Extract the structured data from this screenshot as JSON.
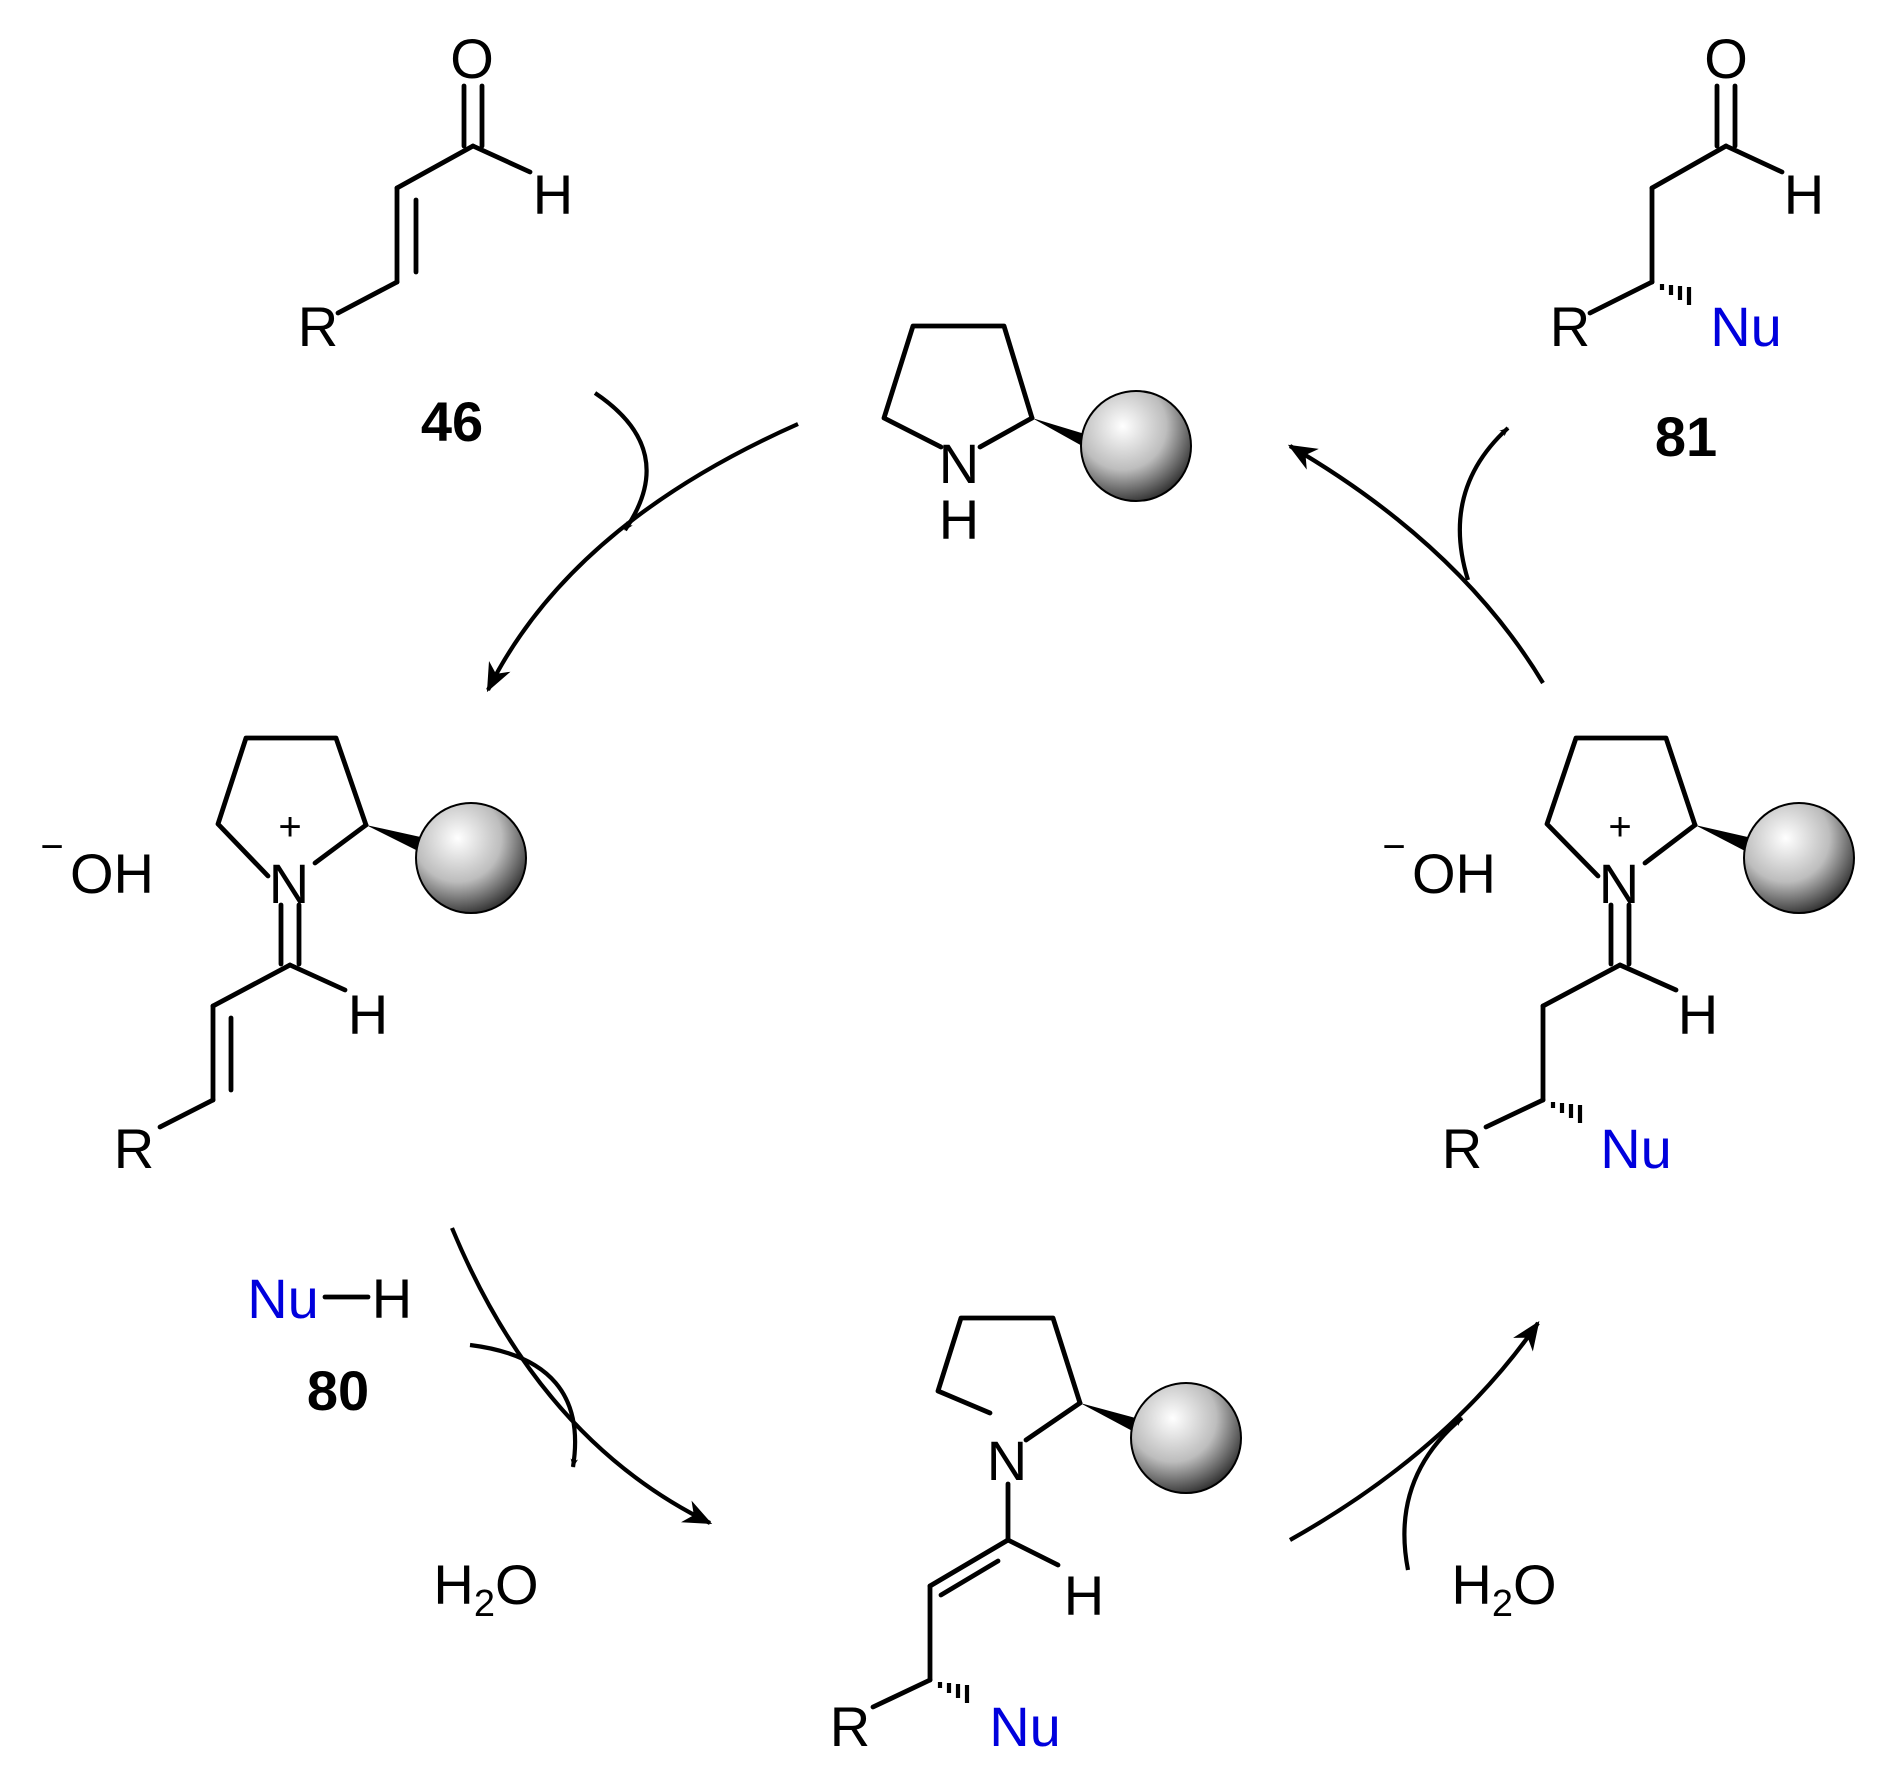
{
  "colors": {
    "nucleophile": "#0000dd",
    "text": "#000000",
    "ball": "#888888"
  },
  "compound_46": {
    "O": "O",
    "H": "H",
    "R": "R",
    "number": "46"
  },
  "catalyst": {
    "N": "N",
    "H": "H"
  },
  "product_81": {
    "O": "O",
    "H": "H",
    "R": "R",
    "Nu": "Nu",
    "number": "81"
  },
  "iminium_left": {
    "counterion_minus": "−",
    "counterion": "OH",
    "plus": "+",
    "N": "N",
    "H": "H",
    "R": "R"
  },
  "iminium_right": {
    "counterion_minus": "−",
    "counterion": "OH",
    "plus": "+",
    "N": "N",
    "H": "H",
    "R": "R",
    "Nu": "Nu"
  },
  "enamine": {
    "N": "N",
    "H": "H",
    "R": "R",
    "Nu": "Nu"
  },
  "nucleophile_80": {
    "Nu": "Nu",
    "H": "H",
    "number": "80"
  },
  "water_out": {
    "H": "H",
    "sub": "2",
    "O": "O"
  },
  "water_in": {
    "H": "H",
    "sub": "2",
    "O": "O"
  }
}
